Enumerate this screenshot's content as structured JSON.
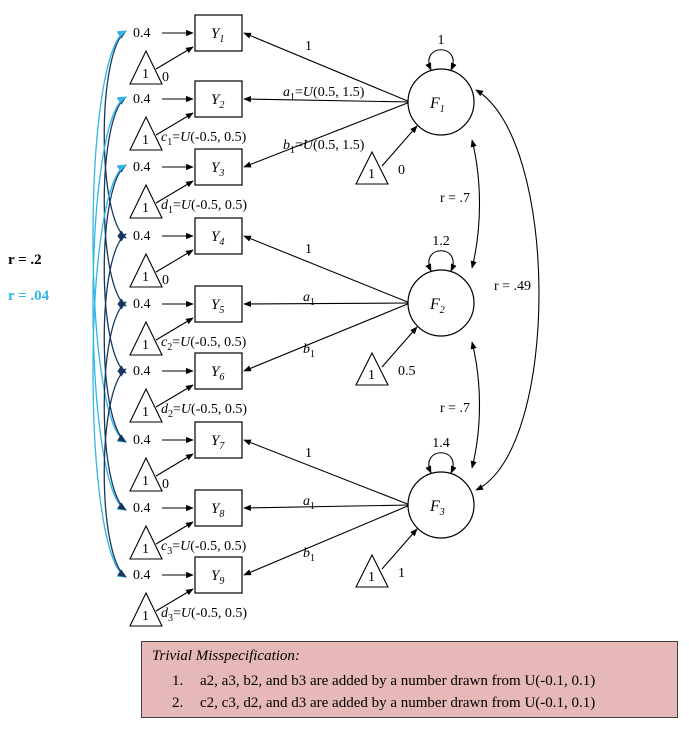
{
  "colors": {
    "dark_curve": "#17375e",
    "light_curve": "#33b5e5",
    "note_bg": "#e6b9b8",
    "r04_label": "#33b5e5"
  },
  "legend": {
    "r_dark": "r = .2",
    "r_light": "r = .04"
  },
  "observed": [
    {
      "label": "Y1",
      "var": "Y",
      "sub": "1",
      "variance": "0.4",
      "intercept": "0",
      "param_var": "",
      "param_sub": "",
      "param_dist": ""
    },
    {
      "label": "Y2",
      "var": "Y",
      "sub": "2",
      "variance": "0.4",
      "intercept": "",
      "param_var": "c",
      "param_sub": "1",
      "param_dist": "=U(-0.5, 0.5)"
    },
    {
      "label": "Y3",
      "var": "Y",
      "sub": "3",
      "variance": "0.4",
      "intercept": "",
      "param_var": "d",
      "param_sub": "1",
      "param_dist": "=U(-0.5, 0.5)"
    },
    {
      "label": "Y4",
      "var": "Y",
      "sub": "4",
      "variance": "0.4",
      "intercept": "0",
      "param_var": "",
      "param_sub": "",
      "param_dist": ""
    },
    {
      "label": "Y5",
      "var": "Y",
      "sub": "5",
      "variance": "0.4",
      "intercept": "",
      "param_var": "c",
      "param_sub": "2",
      "param_dist": "=U(-0.5, 0.5)"
    },
    {
      "label": "Y6",
      "var": "Y",
      "sub": "6",
      "variance": "0.4",
      "intercept": "",
      "param_var": "d",
      "param_sub": "2",
      "param_dist": "=U(-0.5, 0.5)"
    },
    {
      "label": "Y7",
      "var": "Y",
      "sub": "7",
      "variance": "0.4",
      "intercept": "0",
      "param_var": "",
      "param_sub": "",
      "param_dist": ""
    },
    {
      "label": "Y8",
      "var": "Y",
      "sub": "8",
      "variance": "0.4",
      "intercept": "",
      "param_var": "c",
      "param_sub": "3",
      "param_dist": "=U(-0.5, 0.5)"
    },
    {
      "label": "Y9",
      "var": "Y",
      "sub": "9",
      "variance": "0.4",
      "intercept": "",
      "param_var": "d",
      "param_sub": "3",
      "param_dist": "=U(-0.5, 0.5)"
    }
  ],
  "factors": [
    {
      "label": "F1",
      "var": "F",
      "sub": "1",
      "variance": "1",
      "intercept": "0",
      "loadings": [
        {
          "var": "",
          "sub": "",
          "rest": "1"
        },
        {
          "var": "a",
          "sub": "1",
          "rest": "=U(0.5, 1.5)"
        },
        {
          "var": "b",
          "sub": "1",
          "rest": "=U(0.5, 1.5)"
        }
      ]
    },
    {
      "label": "F2",
      "var": "F",
      "sub": "2",
      "variance": "1.2",
      "intercept": "0.5",
      "loadings": [
        {
          "var": "",
          "sub": "",
          "rest": "1"
        },
        {
          "var": "a",
          "sub": "1",
          "rest": ""
        },
        {
          "var": "b",
          "sub": "1",
          "rest": ""
        }
      ]
    },
    {
      "label": "F3",
      "var": "F",
      "sub": "3",
      "variance": "1.4",
      "intercept": "1",
      "loadings": [
        {
          "var": "",
          "sub": "",
          "rest": "1"
        },
        {
          "var": "a",
          "sub": "1",
          "rest": ""
        },
        {
          "var": "b",
          "sub": "1",
          "rest": ""
        }
      ]
    }
  ],
  "factor_correlations": {
    "f1_f2": "r = .7",
    "f2_f3": "r = .7",
    "f1_f3": "r = .49"
  },
  "intercept_constant": "1",
  "note": {
    "title": "Trivial Misspecification:",
    "items": [
      {
        "num": "1.",
        "text": "a2, a3, b2, and b3 are added by a number drawn from U(-0.1, 0.1)"
      },
      {
        "num": "2.",
        "text": "c2, c3, d2, and d3 are added by a number drawn from U(-0.1, 0.1)"
      }
    ]
  }
}
